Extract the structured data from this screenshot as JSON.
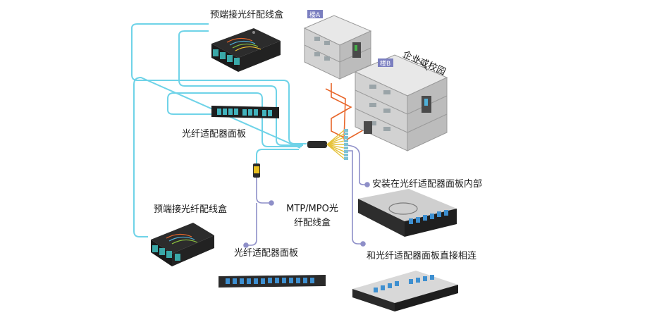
{
  "labels": {
    "mpo_box_top": "预端接光纤配线盒",
    "adapter_panel_mid": "光纤适配器面板",
    "mpo_box_bottom": "预端接光纤配线盒",
    "mtp_box_line1": "MTP/MPO光",
    "mtp_box_line2": "纤配线盒",
    "adapter_panel_bottom": "光纤适配器面板",
    "install_inside": "安装在光纤适配器面板内部",
    "direct_connect": "和光纤适配器面板直接相连",
    "campus": "企业或校园",
    "building_a": "楼A",
    "building_b": "楼B"
  },
  "colors": {
    "cable_cyan": "#6fd3e8",
    "cable_purple": "#8e8fc8",
    "cable_orange": "#e8662a",
    "building_label_bg": "#7b7fc0",
    "mtp_connector": "#e8c020"
  }
}
